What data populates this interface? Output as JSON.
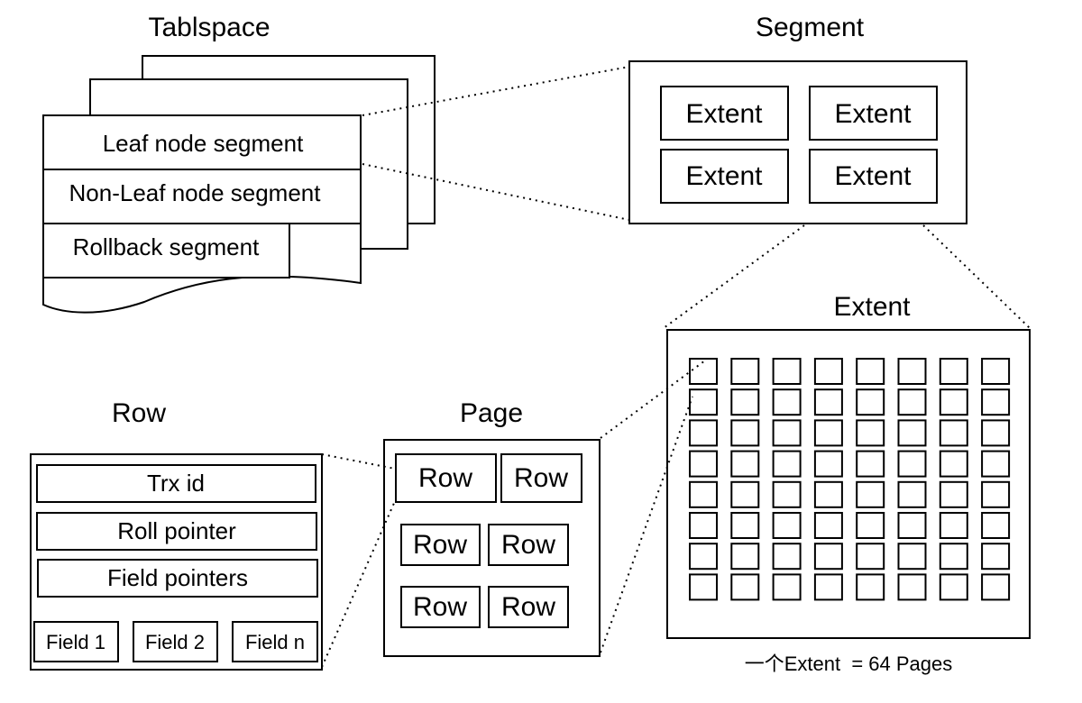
{
  "tablespace": {
    "title": "Tablspace",
    "segments": [
      "Leaf node segment",
      "Non-Leaf node segment",
      "Rollback segment"
    ]
  },
  "segment": {
    "title": "Segment",
    "extents": [
      "Extent",
      "Extent",
      "Extent",
      "Extent"
    ]
  },
  "extent": {
    "title": "Extent",
    "caption": "一个Extent  = 64 Pages",
    "page_grid": {
      "rows": 8,
      "cols": 8
    }
  },
  "page": {
    "title": "Page",
    "rows": [
      "Row",
      "Row",
      "Row",
      "Row",
      "Row",
      "Row"
    ]
  },
  "row": {
    "title": "Row",
    "parts": [
      "Trx id",
      "Roll pointer",
      "Field pointers"
    ],
    "fields": [
      "Field 1",
      "Field 2",
      "Field n"
    ]
  }
}
